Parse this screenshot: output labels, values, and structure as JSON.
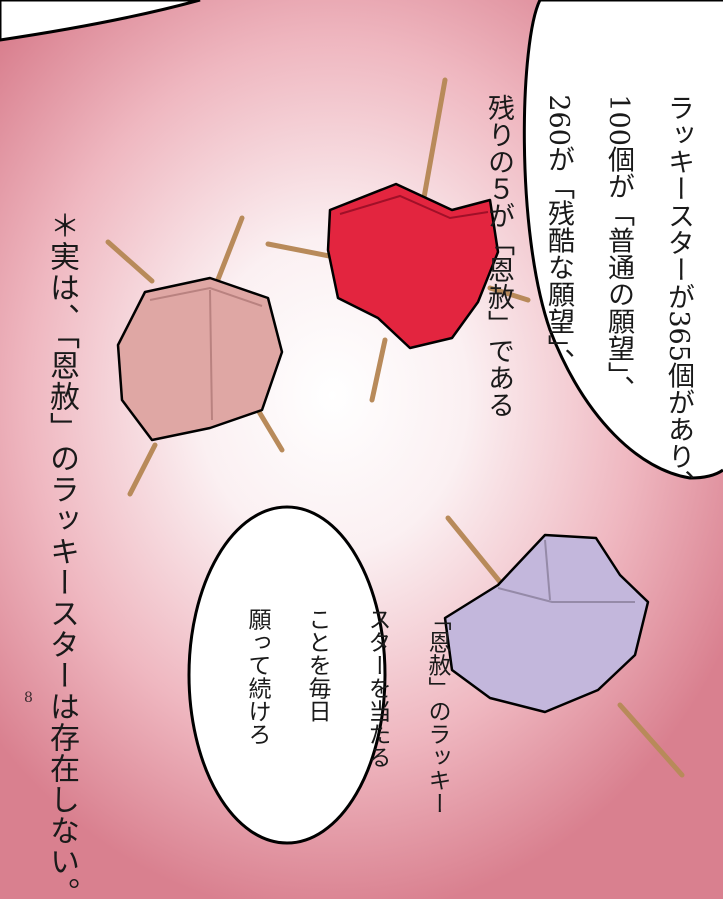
{
  "speech_bubble_1": {
    "lines": [
      "ラッキースターが365個があり、",
      "100個が「普通の願望」、",
      "260が「残酷な願望」、",
      "残りの５が「恩赦」である"
    ]
  },
  "speech_bubble_2": {
    "lines": [
      "「恩赦」のラッキー",
      "スターを当たる",
      "ことを毎日",
      "願って続けろ"
    ]
  },
  "footnote": "＊実は、「恩赦」のラッキースターは存在しない。",
  "page_number": "8",
  "stars": [
    {
      "name": "pink-star",
      "color": "#dfa7a4"
    },
    {
      "name": "red-star",
      "color": "#e3253f"
    },
    {
      "name": "purple-star",
      "color": "#c3b7dc"
    }
  ],
  "colors": {
    "background_center": "#ffffff",
    "background_edge": "#d9808f",
    "toothpick": "#b88a5a",
    "ink": "#1a1a1a"
  }
}
